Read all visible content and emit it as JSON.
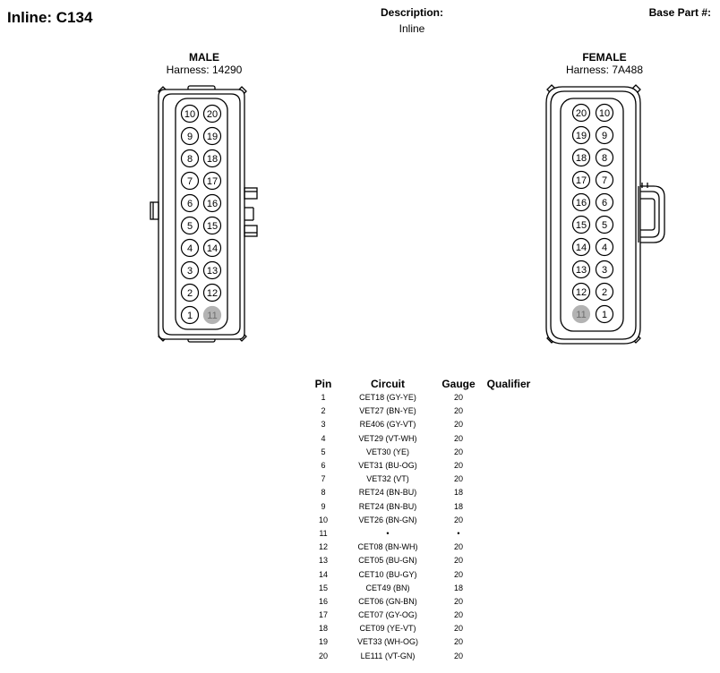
{
  "header": {
    "title": "Inline: C134",
    "description_label": "Description:",
    "description_value": "Inline",
    "base_part_label": "Base Part #:"
  },
  "male": {
    "title": "MALE",
    "harness": "Harness: 14290",
    "rows": [
      [
        10,
        20
      ],
      [
        9,
        19
      ],
      [
        8,
        18
      ],
      [
        7,
        17
      ],
      [
        6,
        16
      ],
      [
        5,
        15
      ],
      [
        4,
        14
      ],
      [
        3,
        13
      ],
      [
        2,
        12
      ],
      [
        1,
        11
      ]
    ]
  },
  "female": {
    "title": "FEMALE",
    "harness": "Harness: 7A488",
    "rows": [
      [
        20,
        10
      ],
      [
        19,
        9
      ],
      [
        18,
        8
      ],
      [
        17,
        7
      ],
      [
        16,
        6
      ],
      [
        15,
        5
      ],
      [
        14,
        4
      ],
      [
        13,
        3
      ],
      [
        12,
        2
      ],
      [
        11,
        1
      ]
    ]
  },
  "unused_pin": 11,
  "colors": {
    "line": "#000000",
    "unused_fill": "#b3b3b3",
    "unused_text": "#6e6e6e"
  },
  "table": {
    "headers": {
      "pin": "Pin",
      "circuit": "Circuit",
      "gauge": "Gauge",
      "qualifier": "Qualifier"
    },
    "rows": [
      {
        "pin": "1",
        "circuit": "CET18 (GY-YE)",
        "gauge": "20",
        "qualifier": ""
      },
      {
        "pin": "2",
        "circuit": "VET27 (BN-YE)",
        "gauge": "20",
        "qualifier": ""
      },
      {
        "pin": "3",
        "circuit": "RE406 (GY-VT)",
        "gauge": "20",
        "qualifier": ""
      },
      {
        "pin": "4",
        "circuit": "VET29 (VT-WH)",
        "gauge": "20",
        "qualifier": ""
      },
      {
        "pin": "5",
        "circuit": "VET30 (YE)",
        "gauge": "20",
        "qualifier": ""
      },
      {
        "pin": "6",
        "circuit": "VET31 (BU-OG)",
        "gauge": "20",
        "qualifier": ""
      },
      {
        "pin": "7",
        "circuit": "VET32 (VT)",
        "gauge": "20",
        "qualifier": ""
      },
      {
        "pin": "8",
        "circuit": "RET24 (BN-BU)",
        "gauge": "18",
        "qualifier": ""
      },
      {
        "pin": "9",
        "circuit": "RET24 (BN-BU)",
        "gauge": "18",
        "qualifier": ""
      },
      {
        "pin": "10",
        "circuit": "VET26 (BN-GN)",
        "gauge": "20",
        "qualifier": ""
      },
      {
        "pin": "11",
        "circuit": "•",
        "gauge": "•",
        "qualifier": ""
      },
      {
        "pin": "12",
        "circuit": "CET08 (BN-WH)",
        "gauge": "20",
        "qualifier": ""
      },
      {
        "pin": "13",
        "circuit": "CET05 (BU-GN)",
        "gauge": "20",
        "qualifier": ""
      },
      {
        "pin": "14",
        "circuit": "CET10 (BU-GY)",
        "gauge": "20",
        "qualifier": ""
      },
      {
        "pin": "15",
        "circuit": "CET49 (BN)",
        "gauge": "18",
        "qualifier": ""
      },
      {
        "pin": "16",
        "circuit": "CET06 (GN-BN)",
        "gauge": "20",
        "qualifier": ""
      },
      {
        "pin": "17",
        "circuit": "CET07 (GY-OG)",
        "gauge": "20",
        "qualifier": ""
      },
      {
        "pin": "18",
        "circuit": "CET09 (YE-VT)",
        "gauge": "20",
        "qualifier": ""
      },
      {
        "pin": "19",
        "circuit": "VET33 (WH-OG)",
        "gauge": "20",
        "qualifier": ""
      },
      {
        "pin": "20",
        "circuit": "LE111 (VT-GN)",
        "gauge": "20",
        "qualifier": ""
      }
    ]
  }
}
